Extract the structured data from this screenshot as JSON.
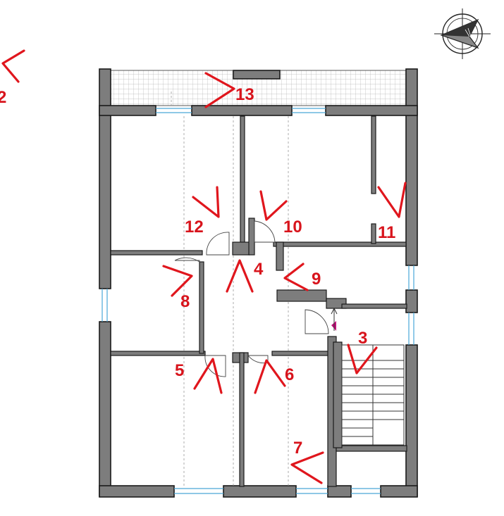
{
  "viewpoints": [
    {
      "id": "v2",
      "label": "2"
    },
    {
      "id": "v3",
      "label": "3"
    },
    {
      "id": "v4",
      "label": "4"
    },
    {
      "id": "v5",
      "label": "5"
    },
    {
      "id": "v6",
      "label": "6"
    },
    {
      "id": "v7",
      "label": "7"
    },
    {
      "id": "v8",
      "label": "8"
    },
    {
      "id": "v9",
      "label": "9"
    },
    {
      "id": "v10",
      "label": "10"
    },
    {
      "id": "v11",
      "label": "11"
    },
    {
      "id": "v12",
      "label": "12"
    },
    {
      "id": "v13",
      "label": "13"
    }
  ],
  "colors": {
    "marker": "#e0161d",
    "wall": "#7d7d7d",
    "window": "#4aa8d8",
    "door_marker": "#c0127a"
  },
  "icons": [
    "north-arrow-icon",
    "viewpoint-marker-icon"
  ]
}
